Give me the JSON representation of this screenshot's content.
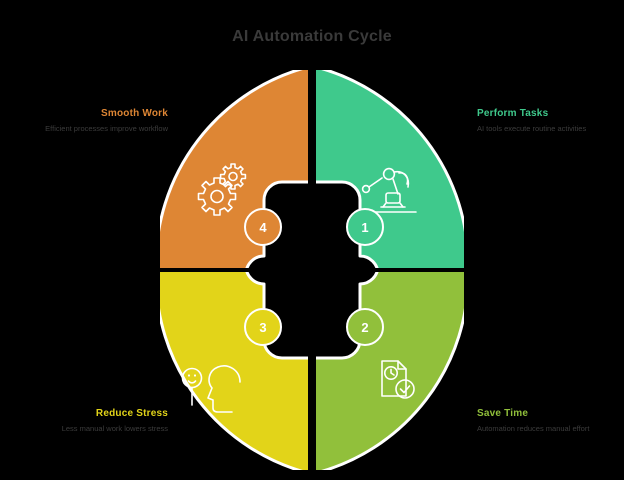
{
  "header": {
    "title": "AI Automation Cycle",
    "title_color": "#3a3a3a"
  },
  "canvas": {
    "background_color": "#000000"
  },
  "chart_data": {
    "type": "pie",
    "title": "AI Automation Cycle",
    "subtitle": "",
    "xlabel": "",
    "ylabel": "",
    "legend_position": "around-segments",
    "grid": false,
    "shape": "donut",
    "segment_count": 4,
    "values": [
      25,
      25,
      25,
      25
    ],
    "categories": [
      "Perform Tasks",
      "Save Time",
      "Reduce Stress",
      "Smooth Work"
    ],
    "segments": [
      {
        "number": "1",
        "label": "Perform Tasks",
        "description": "AI tools execute routine activities",
        "color": "#3fc98c",
        "icon": "robot-arm-icon",
        "position": "top-right"
      },
      {
        "number": "2",
        "label": "Save Time",
        "description": "Automation reduces manual effort",
        "color": "#91c03b",
        "icon": "document-clock-check-icon",
        "position": "bottom-right"
      },
      {
        "number": "3",
        "label": "Reduce Stress",
        "description": "Less manual work lowers stress",
        "color": "#e2d419",
        "icon": "head-smiley-icon",
        "position": "bottom-left"
      },
      {
        "number": "4",
        "label": "Smooth Work",
        "description": "Efficient processes improve workflow",
        "color": "#de8634",
        "icon": "gears-icon",
        "position": "top-left"
      }
    ]
  }
}
